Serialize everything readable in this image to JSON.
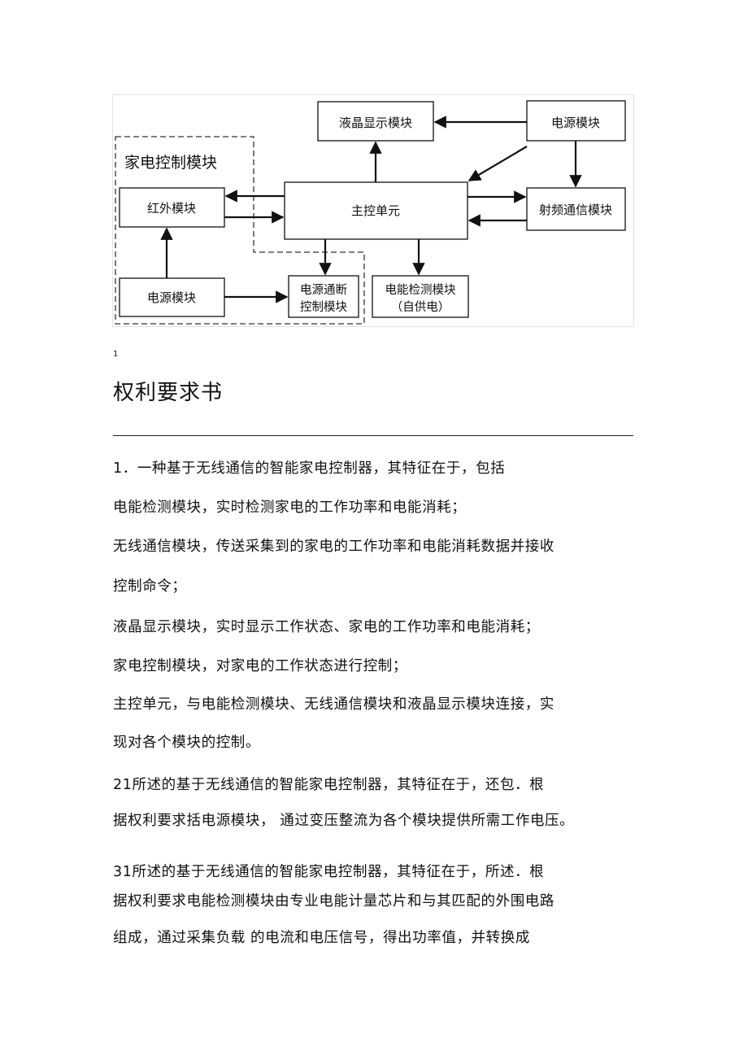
{
  "diagram": {
    "lcd_module": "液晶显示模块",
    "power_module_top": "电源模块",
    "home_control_group": "家电控制模块",
    "infrared_module": "红外模块",
    "main_control_unit": "主控单元",
    "rf_module": "射频通信模块",
    "power_module_bottom": "电源模块",
    "power_switch_line1": "电源通断",
    "power_switch_line2": "控制模块",
    "energy_module_line1": "电能检测模块",
    "energy_module_line2": "（自供电）"
  },
  "footnote": "1",
  "doc_title": "权利要求书",
  "lines": [
    "1．一种基于无线通信的智能家电控制器，其特征在于，包括",
    "电能检测模块，实时检测家电的工作功率和电能消耗；",
    "无线通信模块，传送采集到的家电的工作功率和电能消耗数据并接收",
    "控制命令；",
    "液晶显示模块，实时显示工作状态、家电的工作功率和电能消耗；",
    "家电控制模块，对家电的工作状态进行控制；",
    "主控单元，与电能检测模块、无线通信模块和液晶显示模块连接，实",
    "现对各个模块的控制。",
    "21所述的基于无线通信的智能家电控制器，其特征在于，还包．根",
    "据权利要求括电源模块，  通过变压整流为各个模块提供所需工作电压。",
    "31所述的基于无线通信的智能家电控制器，其特征在于，所述．根",
    "据权利要求电能检测模块由专业电能计量芯片和与其匹配的外围电路",
    "组成，通过采集负载  的电流和电压信号，得出功率值，并转换成"
  ]
}
